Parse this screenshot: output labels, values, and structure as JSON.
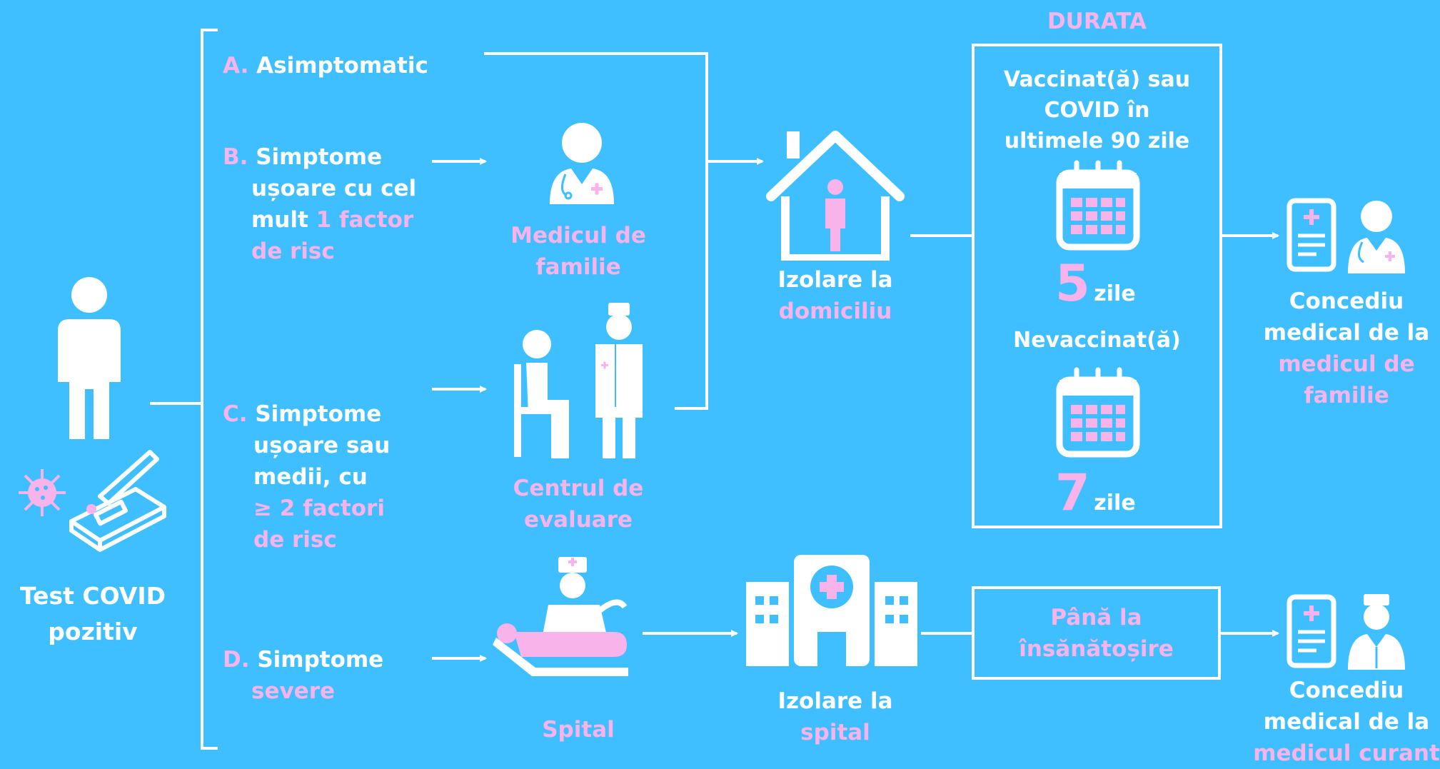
{
  "colors": {
    "background": "#3fbfff",
    "accent_pink": "#f7b3ea",
    "line": "#ffffff"
  },
  "start": {
    "label_line1": "Test COVID",
    "label_line2": "pozitiv",
    "icons": [
      "person-icon",
      "virus-icon",
      "rapid-test-icon"
    ]
  },
  "branches": {
    "a": {
      "letter": "A.",
      "text": "Asimptomatic"
    },
    "b": {
      "letter": "B.",
      "line1": "Simptome",
      "line2": "ușoare cu cel",
      "line3_white": "mult ",
      "line3_pink": "1 factor",
      "line4": "de risc"
    },
    "c": {
      "letter": "C.",
      "line1": "Simptome",
      "line2": "ușoare sau",
      "line3": "medii, cu",
      "line4": "≥ 2 factori",
      "line5": "de risc"
    },
    "d": {
      "letter": "D.",
      "line1": "Simptome",
      "line2": "severe"
    }
  },
  "providers": {
    "family_doctor": {
      "line1": "Medicul de",
      "line2": "familie",
      "icon": "doctor-icon"
    },
    "evaluation_center": {
      "line1": "Centrul de",
      "line2": "evaluare",
      "icon": "patient-doctor-icon"
    },
    "hospital": {
      "label": "Spital",
      "icon": "hospital-bed-icon"
    }
  },
  "home_isolation": {
    "line1": "Izolare la",
    "line2": "domiciliu",
    "icon": "house-icon"
  },
  "hospital_isolation": {
    "line1": "Izolare la",
    "line2": "spital",
    "icon": "hospital-building-icon"
  },
  "duration": {
    "header": "DURATA",
    "vaccinated": {
      "line1": "Vaccinat(ă) sau",
      "line2": "COVID în",
      "line3": "ultimele 90 zile",
      "days": "5",
      "unit": "zile"
    },
    "unvaccinated": {
      "line1": "Nevaccinat(ă)",
      "days": "7",
      "unit": "zile"
    }
  },
  "recovery": {
    "line1": "Până la",
    "line2": "însănătoșire"
  },
  "leave_family": {
    "line1": "Concediu",
    "line2": "medical de la",
    "line3": "medicul de",
    "line4": "familie",
    "icon": "sick-leave-doctor-icon"
  },
  "leave_current": {
    "line1": "Concediu",
    "line2": "medical de la",
    "line3": "medicul curant",
    "icon": "sick-leave-doctor-icon"
  }
}
